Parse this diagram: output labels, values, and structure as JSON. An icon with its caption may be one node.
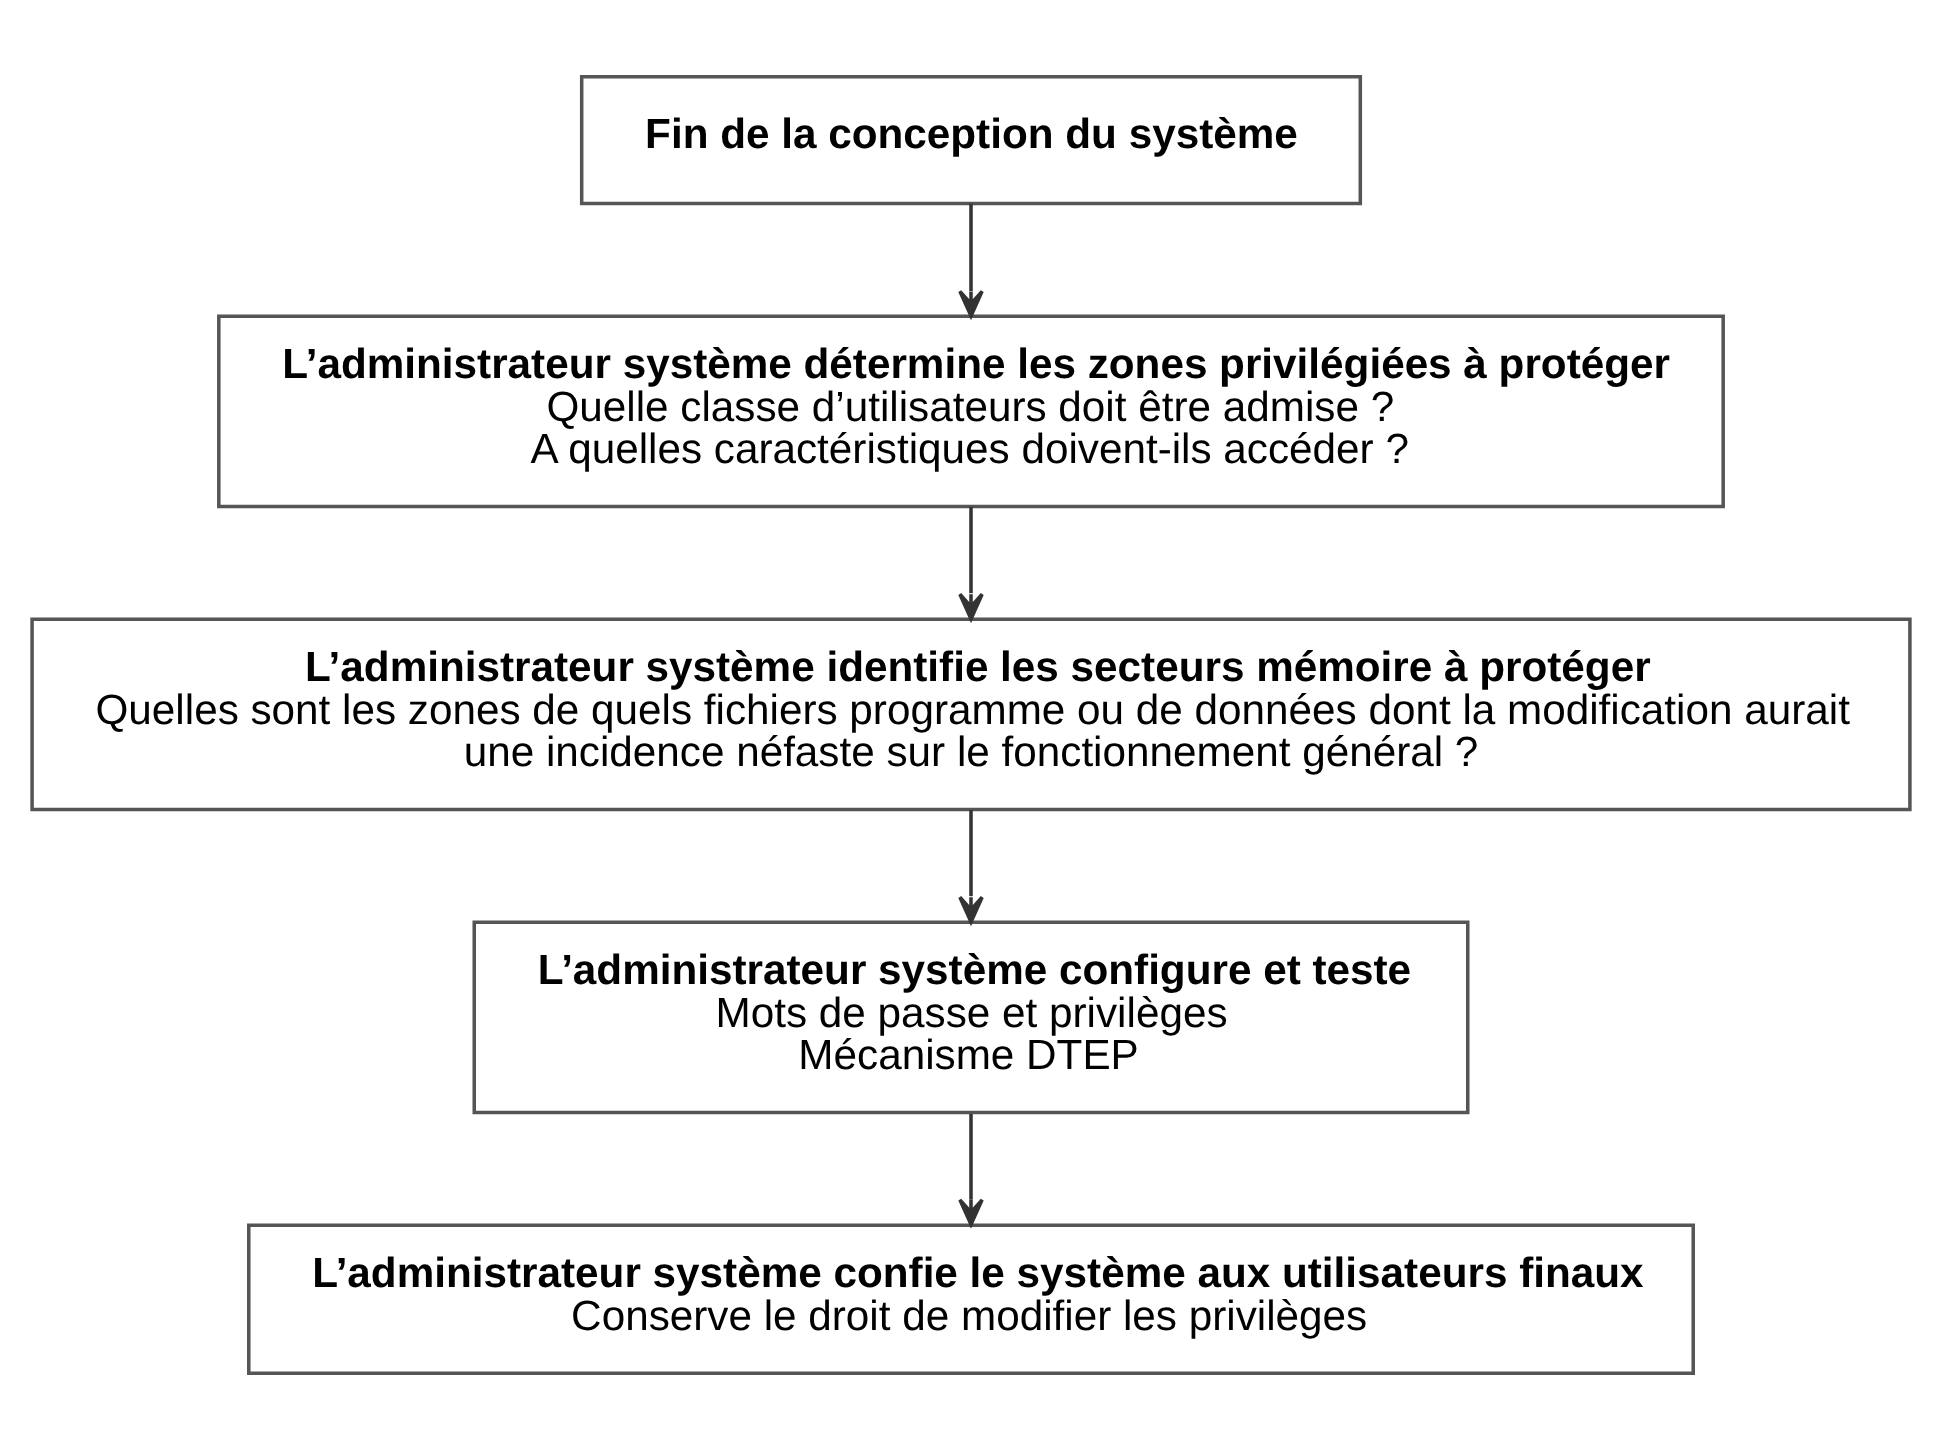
{
  "diagram": {
    "nodes": [
      {
        "text": [
          "Fin de la conception du système"
        ]
      },
      {
        "text": [
          "L’administrateur système détermine les zones privilégiées à protéger",
          "Quelle classe d’utilisateurs doit être admise ?",
          "A quelles caractéristiques doivent-ils accéder ?"
        ]
      },
      {
        "text": [
          "L’administrateur système identifie les secteurs mémoire à protéger",
          "Quelles sont les zones de quels fichiers programme ou de données dont la modification aurait une incidence néfaste sur le fonctionnement général ?"
        ]
      },
      {
        "text": [
          "L’administrateur système configure et teste",
          "Mots de passe et privilèges",
          "Mécanisme DTEP"
        ]
      },
      {
        "text": [
          "L’administrateur système confie le système aux utilisateurs finaux",
          "Conserve le droit de modifier les privilèges"
        ]
      }
    ],
    "edges": [
      {
        "from": 0,
        "to": 1,
        "arrow": "to"
      },
      {
        "from": 1,
        "to": 2,
        "arrow": "to"
      },
      {
        "from": 2,
        "to": 3,
        "arrow": "to"
      },
      {
        "from": 3,
        "to": 4,
        "arrow": "to"
      }
    ]
  }
}
